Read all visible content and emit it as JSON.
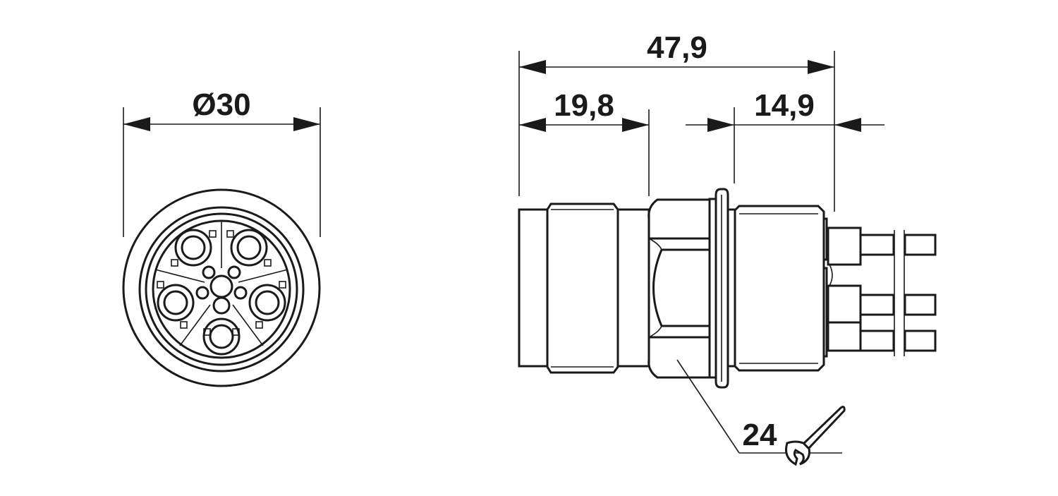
{
  "diagram": {
    "dimensions": {
      "diameter": "Ø30",
      "overall_length": "47,9",
      "front_length": "19,8",
      "rear_length": "14,9",
      "wrench_size": "24"
    },
    "stroke_color": "#1a1a1a",
    "icons": {
      "wrench": "wrench-icon"
    }
  }
}
